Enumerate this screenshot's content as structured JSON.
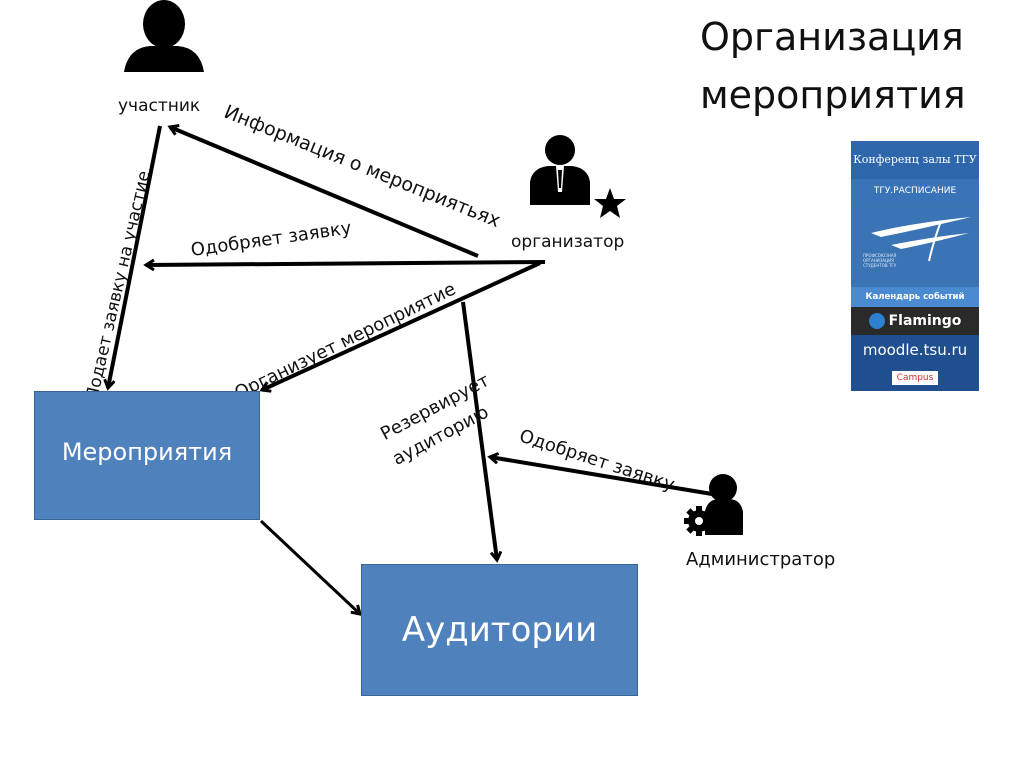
{
  "title": {
    "line1": "Организация",
    "line2": "мероприятия"
  },
  "actors": {
    "participant": {
      "label": "участник",
      "icon": "person-icon"
    },
    "organizer": {
      "label": "организатор",
      "icon": "businessman-star-icon"
    },
    "administrator": {
      "label": "Администратор",
      "icon": "admin-gear-icon"
    }
  },
  "entities": {
    "events": "Мероприятия",
    "rooms": "Аудитории"
  },
  "relations": {
    "info_about_events": "Информация о мероприятьях",
    "approves_request_1": "Одобряет заявку",
    "submits_request": "Подает заявку на участие",
    "organizes_event": "Организует мероприятие",
    "reserves_room_line1": "Резервирует",
    "reserves_room_line2": "аудиторию",
    "approves_request_2": "Одобряет заявку"
  },
  "banner": {
    "conf_halls": "Конференц залы ТГУ",
    "schedule": "ТГУ.РАСПИСАНИЕ",
    "org_small_1": "ПРОФСОЮЗНАЯ",
    "org_small_2": "ОРГАНИЗАЦИЯ",
    "org_small_3": "СТУДЕНТОВ ТГУ",
    "calendar": "Календарь событий",
    "flamingo": "Flamingo",
    "moodle": "moodle.tsu.ru",
    "campus": "Campus"
  },
  "colors": {
    "box_fill": "#4f81bd",
    "banner_blue": "#2b62a7",
    "line": "#000000"
  }
}
